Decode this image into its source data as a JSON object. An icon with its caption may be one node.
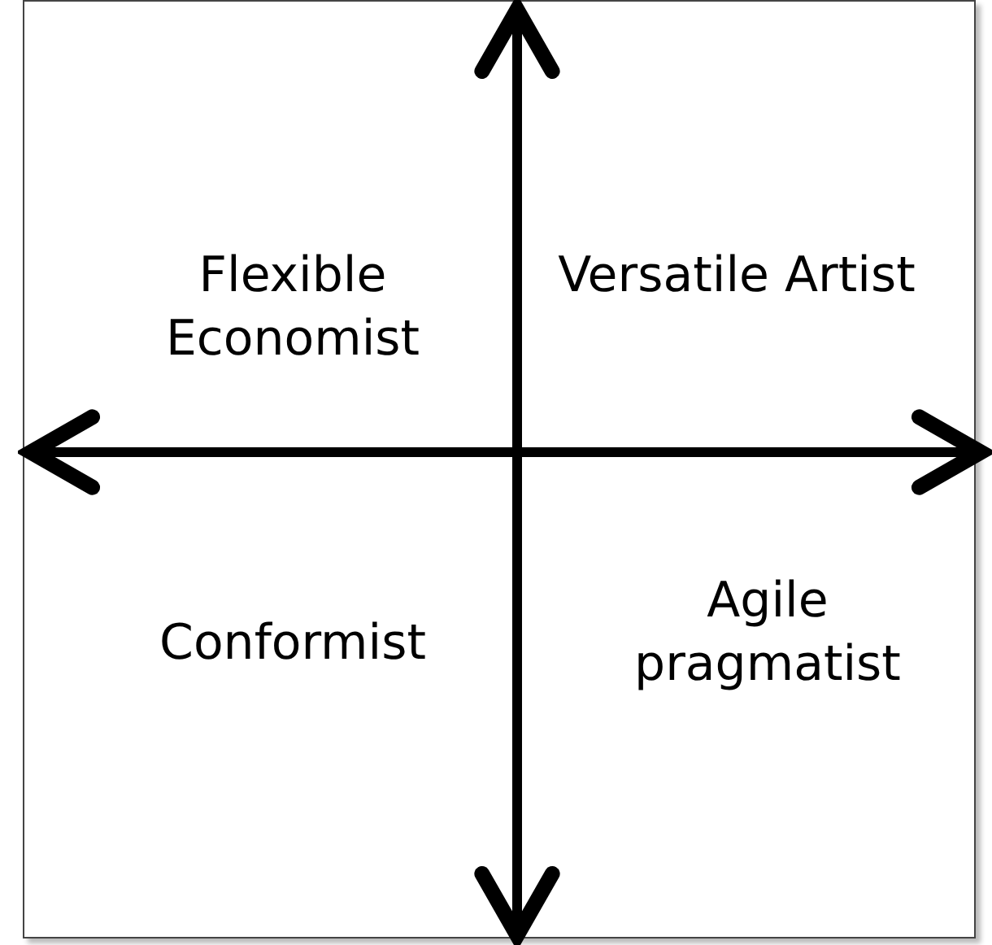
{
  "diagram": {
    "labels": [
      "Flexible Economist",
      "Versatile Artist",
      "Conformist",
      "Agile pragmatist"
    ]
  }
}
